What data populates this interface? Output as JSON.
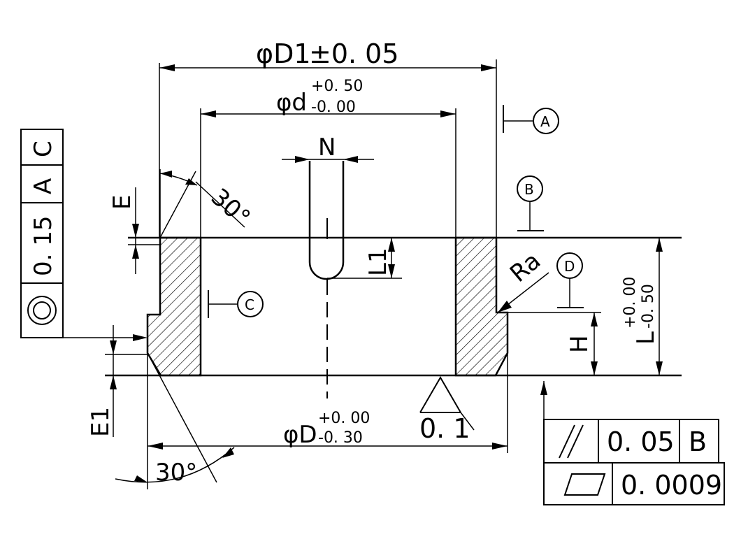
{
  "dims": {
    "D1_label": "φD1",
    "D1_tol": "±0. 05",
    "d_label": "φd",
    "d_tol_upper": "+0. 50",
    "d_tol_lower": "-0. 00",
    "N_label": "N",
    "E_label": "E",
    "angle_top": "30°",
    "L1_label": "L1",
    "Ra_label": "Ra",
    "H_label": "H",
    "L_label": "L",
    "L_tol_upper": "+0. 00",
    "L_tol_lower": "-0. 50",
    "E1_label": "E1",
    "angle_bottom": "30°",
    "D_label": "φD",
    "D_tol_upper": "+0. 00",
    "D_tol_lower": "-0. 30",
    "roughness_value": "0. 1"
  },
  "datums": {
    "A": "A",
    "B": "B",
    "C": "C",
    "D": "D"
  },
  "fcf_concentricity": {
    "symbol": "concentricity-icon",
    "tolerance": "0. 15",
    "datum1": "A",
    "datum2": "C"
  },
  "fcf_parallelism": {
    "symbol": "parallelism-icon",
    "tolerance": "0. 05",
    "datum": "B"
  },
  "fcf_flatness": {
    "symbol": "flatness-icon",
    "tolerance": "0. 0009"
  }
}
